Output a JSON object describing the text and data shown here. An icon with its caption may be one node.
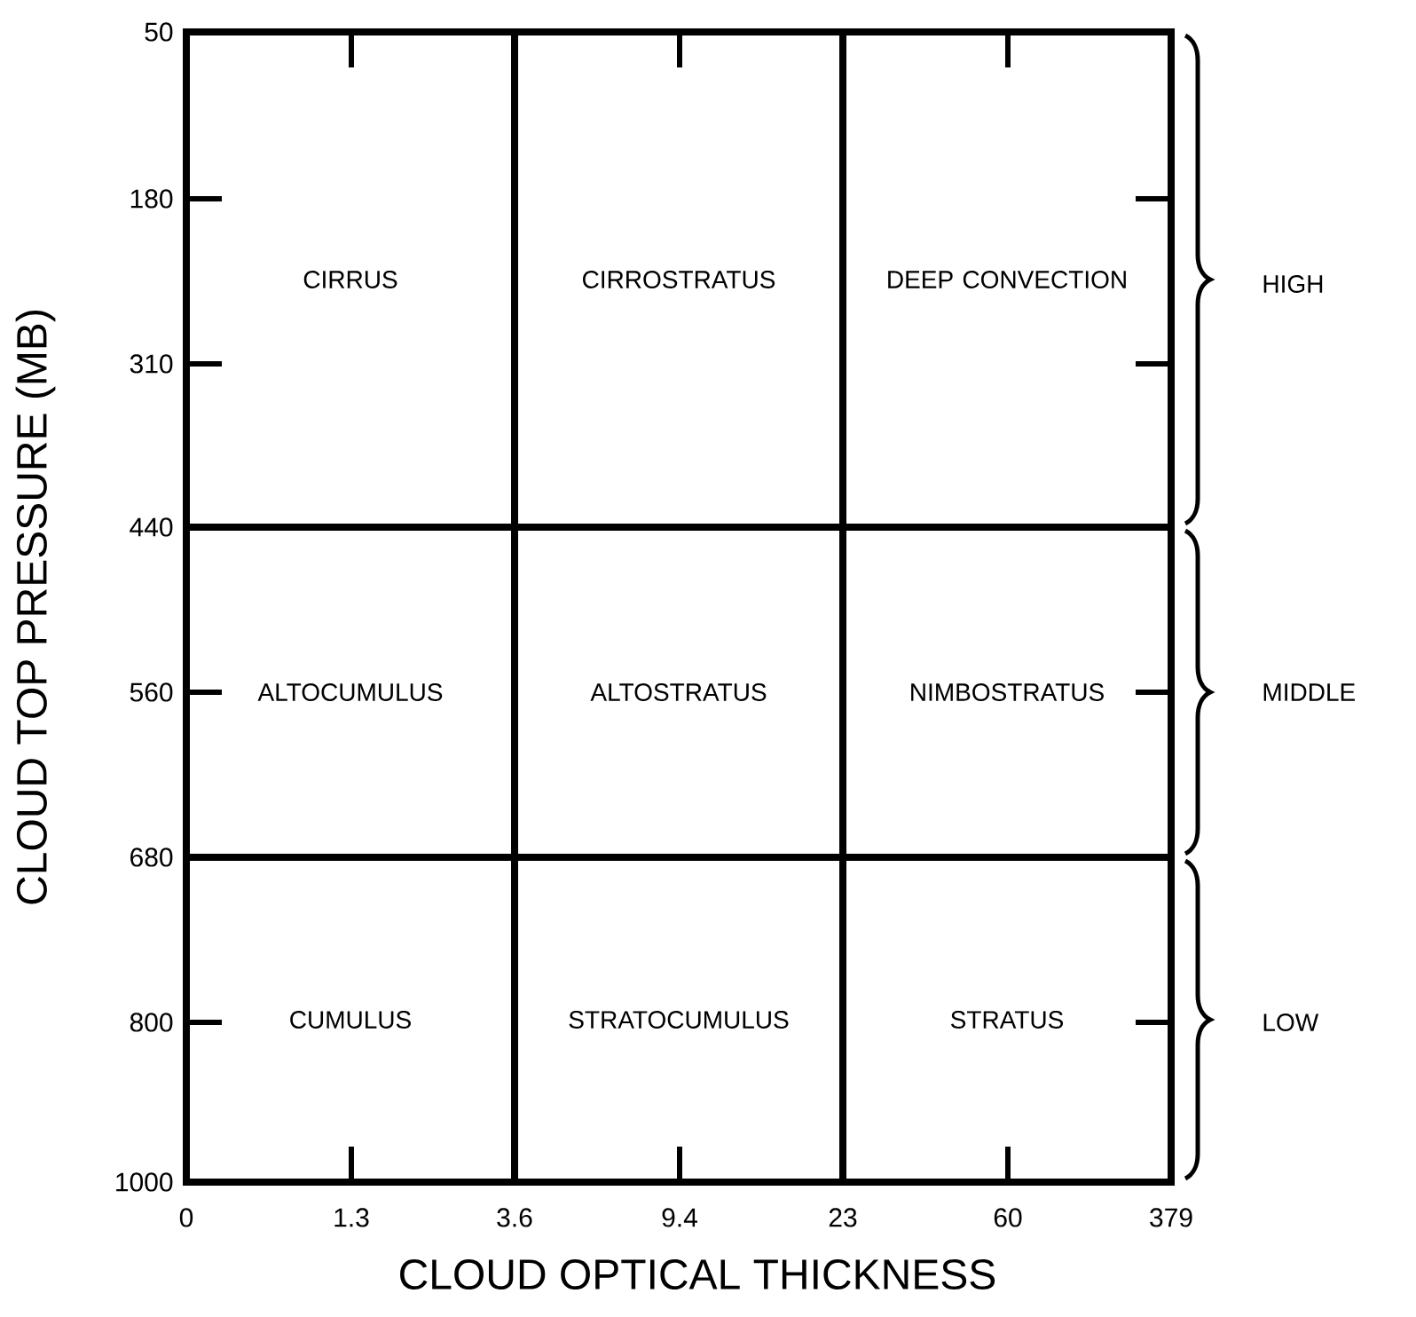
{
  "diagram": {
    "nodes": [
      {
        "text": [
          "CIRRUS"
        ]
      },
      {
        "text": [
          "CIRROSTRATUS"
        ]
      },
      {
        "text": [
          "DEEP CONVECTION"
        ]
      },
      {
        "text": [
          "ALTOCUMULUS"
        ]
      },
      {
        "text": [
          "ALTOSTRATUS"
        ]
      },
      {
        "text": [
          "NIMBOSTRATUS"
        ]
      },
      {
        "text": [
          "CUMULUS"
        ]
      },
      {
        "text": [
          "STRATOCUMULUS"
        ]
      },
      {
        "text": [
          "STRATUS"
        ]
      }
    ],
    "labels": [
      "50",
      "180",
      "310",
      "440",
      "560",
      "680",
      "800",
      "1000",
      "CLOUD TOP PRESSURE (MB)",
      "HIGH",
      "MIDDLE",
      "LOW",
      "0",
      "1.3",
      "3.6",
      "9.4",
      "23",
      "60",
      "379",
      "CLOUD OPTICAL THICKNESS"
    ]
  }
}
